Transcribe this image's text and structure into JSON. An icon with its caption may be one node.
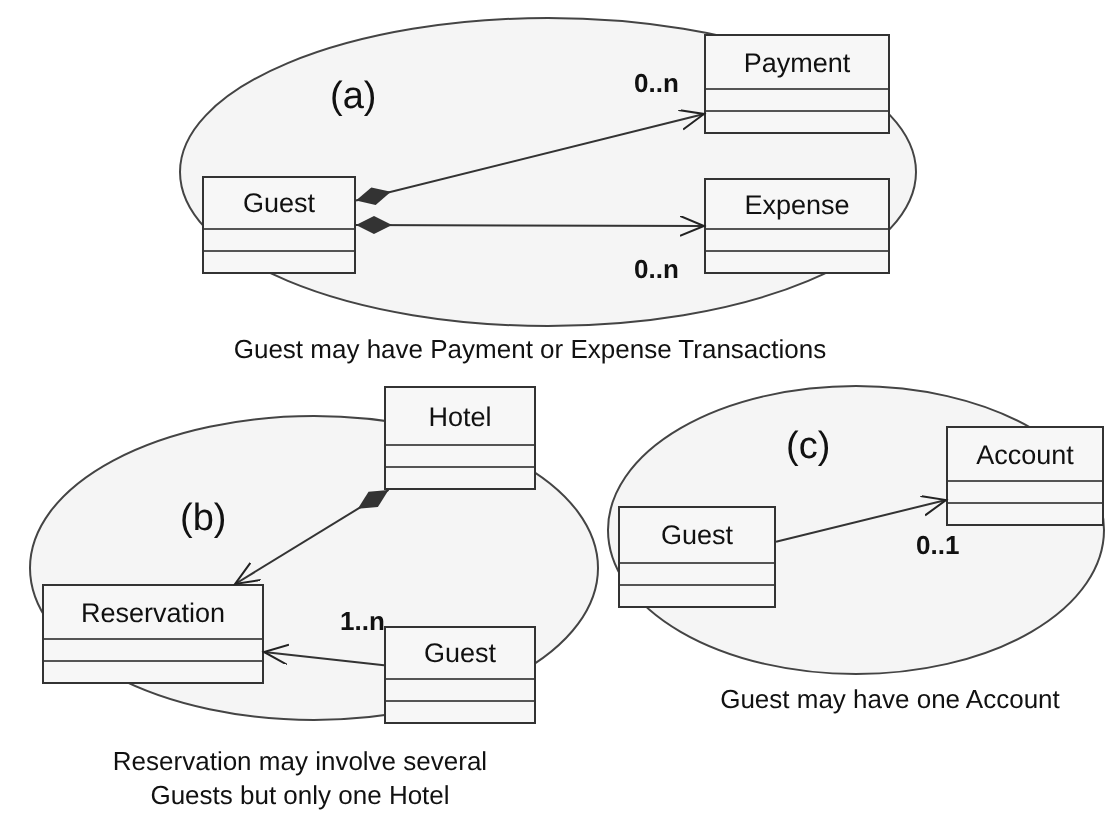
{
  "diagram": {
    "nodes": [
      {
        "text": [
          "(a)"
        ]
      },
      {
        "text": [
          "Payment"
        ],
        "in": 0
      },
      {
        "text": [
          "Guest"
        ],
        "in": 0
      },
      {
        "text": [
          "Expense"
        ],
        "in": 0
      },
      {
        "text": [
          "(b)"
        ]
      },
      {
        "text": [
          "Hotel"
        ]
      },
      {
        "text": [
          "Reservation"
        ],
        "in": 4
      },
      {
        "text": [
          "Guest"
        ],
        "in": 4
      },
      {
        "text": [
          "(c)"
        ]
      },
      {
        "text": [
          "Account"
        ],
        "in": 8
      },
      {
        "text": [
          "Guest"
        ],
        "in": 8
      }
    ],
    "edges": [
      {
        "from": 2,
        "to": 1,
        "arrow": "to",
        "label": "0..n"
      },
      {
        "from": 2,
        "to": 3,
        "arrow": "to",
        "label": "0..n"
      },
      {
        "from": 5,
        "to": 6,
        "arrow": "to"
      },
      {
        "from": 7,
        "to": 6,
        "arrow": "to",
        "label": "1..n"
      },
      {
        "from": 10,
        "to": 9,
        "arrow": "to",
        "label": "0..1"
      }
    ],
    "labels": [
      "Guest may have Payment or Expense Transactions",
      "Guest may have one Account",
      "Reservation may involve several Guests but only one Hotel"
    ]
  }
}
